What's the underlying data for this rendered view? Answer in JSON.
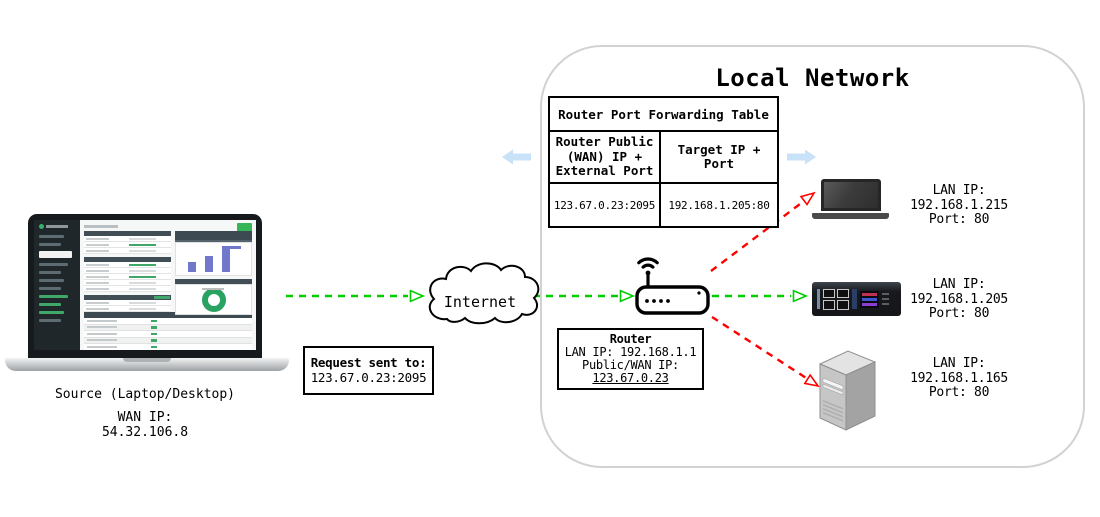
{
  "local_network": {
    "title": "Local Network"
  },
  "internet": {
    "label": "Internet"
  },
  "port_table": {
    "title": "Router Port Forwarding Table",
    "col_wan": "Router Public (WAN) IP + External Port",
    "col_target": "Target IP + Port",
    "row_wan": "123.67.0.23:2095",
    "row_target": "192.168.1.205:80"
  },
  "request_box": {
    "title": "Request sent to:",
    "value": "123.67.0.23:2095"
  },
  "router_box": {
    "title": "Router",
    "lan_ip": "LAN IP: 192.168.1.1",
    "public_label": "Public/WAN IP:",
    "public_ip": "123.67.0.23"
  },
  "source": {
    "caption": "Source (Laptop/Desktop)",
    "wan_label": "WAN IP:",
    "wan_ip": "54.32.106.8"
  },
  "devices": {
    "laptop": {
      "lan_label": "LAN IP:",
      "ip": "192.168.1.215",
      "port": "Port: 80"
    },
    "server": {
      "lan_label": "LAN IP:",
      "ip": "192.168.1.205",
      "port": "Port: 80"
    },
    "tower": {
      "lan_label": "LAN IP:",
      "ip": "192.168.1.165",
      "port": "Port: 80"
    }
  },
  "colors": {
    "request_flow_green": "#00cc00",
    "redirect_red": "#ff0000",
    "table_pointer_blue": "#c9e2f8",
    "network_border_gray": "#d2d2d2"
  }
}
